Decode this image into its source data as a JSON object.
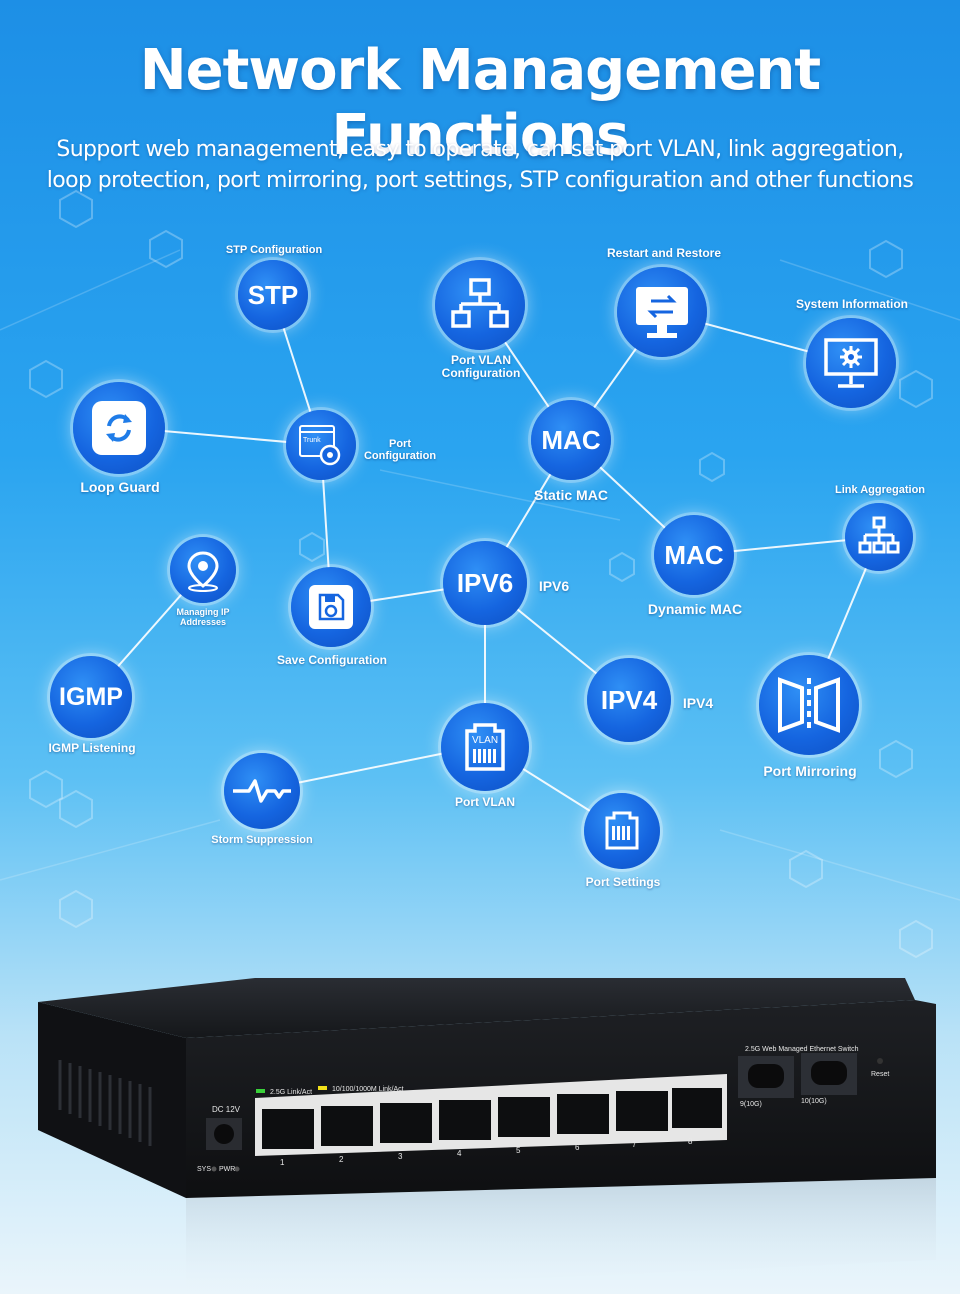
{
  "header": {
    "title": "Network Management Functions",
    "subtitle_line1": "Support web management, easy to operate, can set port VLAN, link aggregation,",
    "subtitle_line2": "loop protection, port mirroring, port settings, STP configuration and other functions"
  },
  "nodes": {
    "stp": {
      "icon_text": "STP",
      "label": "STP Configuration"
    },
    "port_vlan_config": {
      "label_line1": "Port VLAN",
      "label_line2": "Configuration"
    },
    "restart_restore": {
      "label": "Restart and Restore"
    },
    "system_info": {
      "label": "System Information"
    },
    "loop_guard": {
      "label": "Loop Guard"
    },
    "port_config": {
      "icon_text": "Trunk",
      "label_line1": "Port",
      "label_line2": "Configuration"
    },
    "static_mac": {
      "icon_text": "MAC",
      "label": "Static MAC"
    },
    "link_aggregation": {
      "label": "Link Aggregation"
    },
    "dynamic_mac": {
      "icon_text": "MAC",
      "label": "Dynamic MAC"
    },
    "managing_ip": {
      "label_line1": "Managing IP",
      "label_line2": "Addresses"
    },
    "save_config": {
      "label": "Save Configuration"
    },
    "ipv6": {
      "icon_text": "IPV6",
      "label": "IPV6"
    },
    "igmp": {
      "icon_text": "IGMP",
      "label": "IGMP Listening"
    },
    "ipv4": {
      "icon_text": "IPV4",
      "label": "IPV4"
    },
    "port_mirroring": {
      "label": "Port Mirroring"
    },
    "port_vlan": {
      "icon_text": "VLAN",
      "label": "Port VLAN"
    },
    "storm": {
      "label": "Storm Suppression"
    },
    "port_settings": {
      "label": "Port Settings"
    }
  },
  "device": {
    "dc_label": "DC 12V",
    "sys_label": "SYS",
    "pwr_label": "PWR",
    "legend_25g": "2.5G Link/Act",
    "legend_1g": "10/100/1000M Link/Act",
    "model_label": "2.5G Web Managed Ethernet Switch",
    "reset_label": "Reset",
    "port_numbers": [
      "1",
      "2",
      "3",
      "4",
      "5",
      "6",
      "7",
      "8"
    ],
    "sfp_labels": [
      "9(10G)",
      "10(10G)"
    ],
    "colors": {
      "body": "#1b1d21",
      "led_green": "#3ad13a",
      "led_yellow": "#f2e11a"
    }
  }
}
